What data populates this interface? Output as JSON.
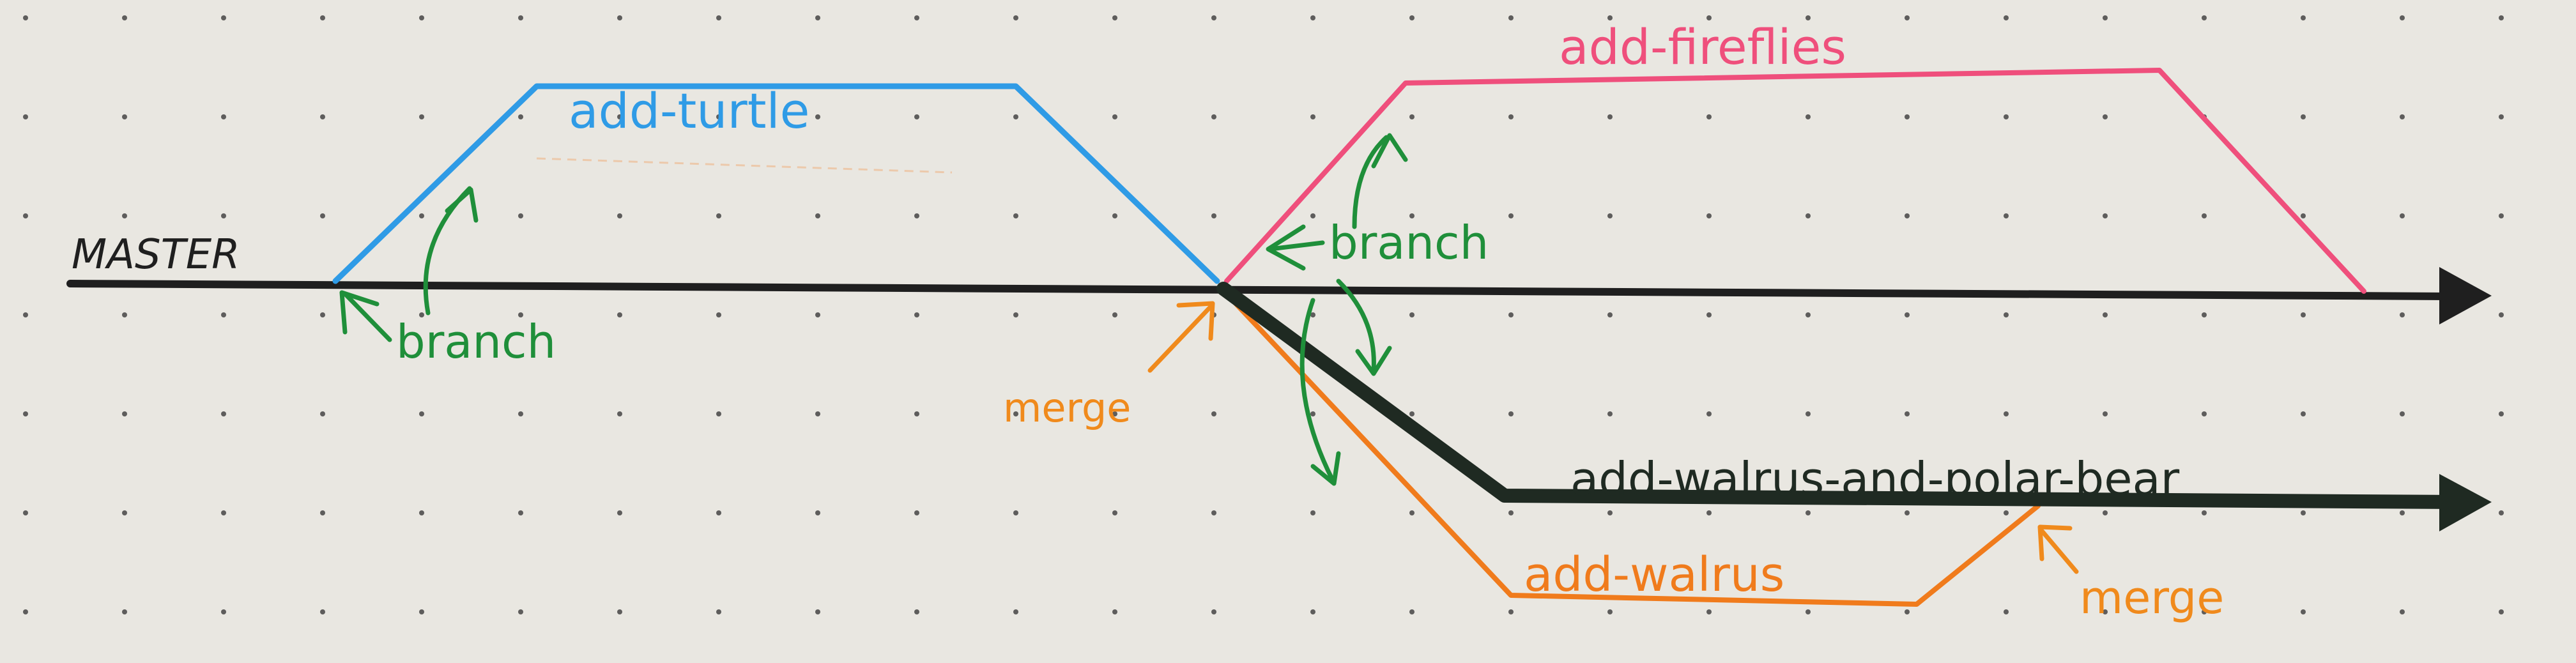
{
  "diagram": {
    "labels": {
      "master": "MASTER",
      "add_turtle": "add-turtle",
      "add_fireflies": "add-fireflies",
      "add_walrus_and_polar_bear": "add-walrus-and-polar-bear",
      "add_walrus": "add-walrus",
      "branch_1": "branch",
      "branch_2": "branch",
      "merge_1": "merge",
      "merge_2": "merge"
    },
    "colors": {
      "paper": "#e9e7e1",
      "dots": "#2f2f2f",
      "master": "#1f1f1f",
      "add_turtle": "#2f9be6",
      "add_fireflies": "#ef4f7c",
      "add_walrus_and_polar_bear": "#1f2a22",
      "add_walrus": "#f07b1c",
      "branch_annotation": "#1f8f3a",
      "merge_annotation": "#f08a1c"
    }
  }
}
